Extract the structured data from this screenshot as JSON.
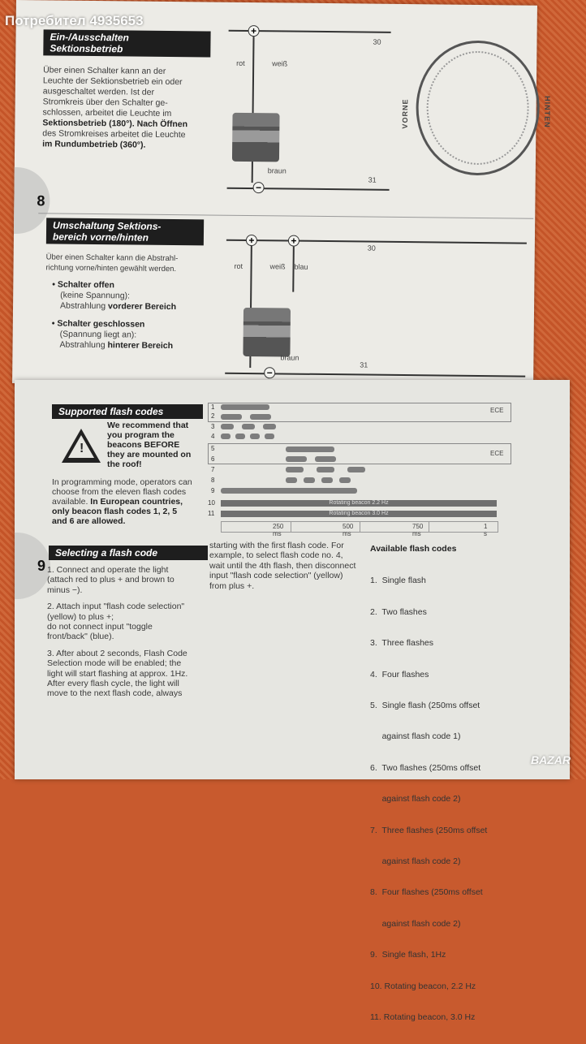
{
  "watermark": "Потребител 4935653",
  "corner_logo": "BAZAR",
  "colors": {
    "carpet": "#c85a2e",
    "paper": "#ecebe6",
    "title_bar": "#1e1e1e"
  },
  "page8": {
    "number": "8",
    "section1": {
      "title_line1": "Ein-/Ausschalten",
      "title_line2": "Sektionsbetrieb",
      "body_lines": [
        "Über einen Schalter kann an der",
        "Leuchte der Sektionsbetrieb ein oder",
        "ausgeschaltet werden. Ist der",
        "Stromkreis über den Schalter ge-",
        "schlossen, arbeitet die Leuchte im",
        "Sektionsbetrieb (180°). Nach Öffnen",
        "des Stromkreises arbeitet die Leuchte",
        "im Rundumbetrieb (360°)."
      ],
      "diagram": {
        "plus": "+",
        "minus": "−",
        "label_30": "30",
        "label_31": "31",
        "rot": "rot",
        "weiss": "weiß",
        "braun": "braun",
        "vorne": "VORNE",
        "hinten": "HINTEN"
      }
    },
    "section2": {
      "title_line1": "Umschaltung Sektions-",
      "title_line2": "bereich vorne/hinten",
      "body_lines": [
        "Über einen Schalter kann die Abstrahl-",
        "richtung vorne/hinten gewählt werden."
      ],
      "bullets": [
        {
          "head": "Schalter offen",
          "sub": "(keine Spannung):",
          "text": "Abstrahlung ",
          "bold": "vorderer Bereich"
        },
        {
          "head": "Schalter geschlossen",
          "sub": "(Spannung liegt an):",
          "text": "Abstrahlung ",
          "bold": "hinterer Bereich"
        }
      ],
      "diagram": {
        "label_30": "30",
        "label_31": "31",
        "rot": "rot",
        "weiss": "weiß",
        "blau": "blau",
        "braun": "braun"
      }
    }
  },
  "page9": {
    "number": "9",
    "supported": {
      "title": "Supported flash codes",
      "warning_lines": [
        "We recommend that",
        "you program the",
        "beacons BEFORE",
        "they are mounted on",
        "the roof!"
      ],
      "body_lines": [
        "In programming mode, operators can",
        "choose from the eleven flash codes",
        "available."
      ],
      "body_bold": [
        "In European countries,",
        "only beacon flash codes 1, 2, 5",
        "and 6 are allowed."
      ],
      "rows": [
        "1",
        "2",
        "3",
        "4",
        "5",
        "6",
        "7",
        "8",
        "9",
        "10",
        "11"
      ],
      "ece": "ECE",
      "rotating_22": "Rotating beacon 2.2 Hz",
      "rotating_30": "Rotating beacon 3.0 Hz",
      "time_axis": [
        "250 ms",
        "500 ms",
        "750 ms",
        "1 s"
      ]
    },
    "selecting": {
      "title": "Selecting a flash code",
      "col1": [
        "1. Connect and operate the light",
        "(attach red to plus + and brown to",
        "minus −).",
        "",
        "2. Attach input \"flash code selection\"",
        "(yellow) to plus +;",
        "do not connect input \"toggle",
        "front/back\" (blue).",
        "",
        "3. After about 2 seconds, Flash Code",
        "Selection mode will be enabled; the",
        "light will start flashing at approx. 1Hz.",
        "After every flash cycle, the light will",
        "move to the next flash code, always"
      ],
      "col2": [
        "starting with the first flash code. For",
        "example, to select flash code no. 4,",
        "wait until the 4th flash, then disconnect",
        "input \"flash code selection\" (yellow)",
        "from plus +."
      ],
      "available_title": "Available flash codes",
      "available": [
        "1.  Single flash",
        "2.  Two flashes",
        "3.  Three flashes",
        "4.  Four flashes",
        "5.  Single flash (250ms offset",
        "     against flash code 1)",
        "6.  Two flashes (250ms offset",
        "     against flash code 2)",
        "7.  Three flashes (250ms offset",
        "     against flash code 2)",
        "8.  Four flashes (250ms offset",
        "     against flash code 2)",
        "9.  Single flash, 1Hz",
        "10. Rotating beacon, 2.2 Hz",
        "11. Rotating beacon, 3.0 Hz"
      ]
    }
  }
}
